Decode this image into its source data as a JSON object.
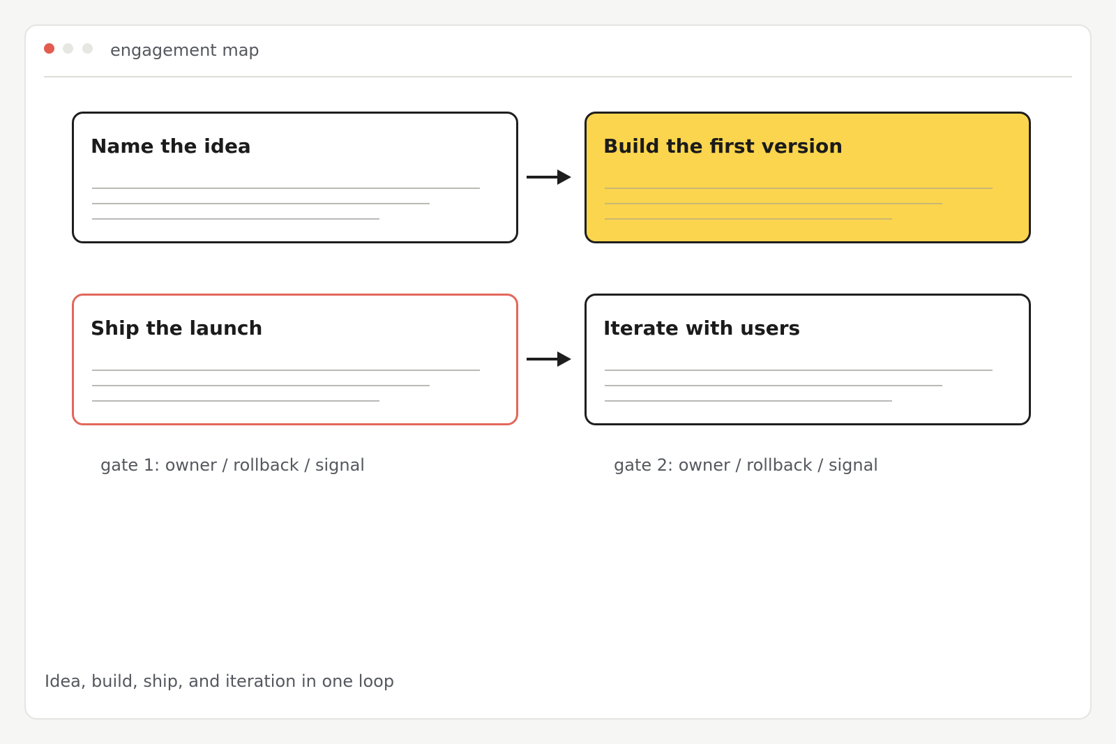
{
  "window": {
    "title": "engagement map"
  },
  "cards": [
    {
      "title": "Name the idea",
      "style": "default"
    },
    {
      "title": "Build the first version",
      "style": "highlight"
    },
    {
      "title": "Ship the launch",
      "style": "alert"
    },
    {
      "title": "Iterate with users",
      "style": "default"
    }
  ],
  "gates": [
    {
      "label": "gate 1: owner / rollback / signal"
    },
    {
      "label": "gate 2: owner / rollback / signal"
    }
  ],
  "caption": "Idea, build, ship, and iteration in one loop",
  "colors": {
    "highlight": "#fbd54d",
    "alert_border": "#e2675c",
    "window_dot_active": "#e25c50",
    "card_border": "#1e1e1e"
  },
  "icons": {
    "arrows": [
      "arrow-right-icon",
      "arrow-right-icon"
    ]
  }
}
